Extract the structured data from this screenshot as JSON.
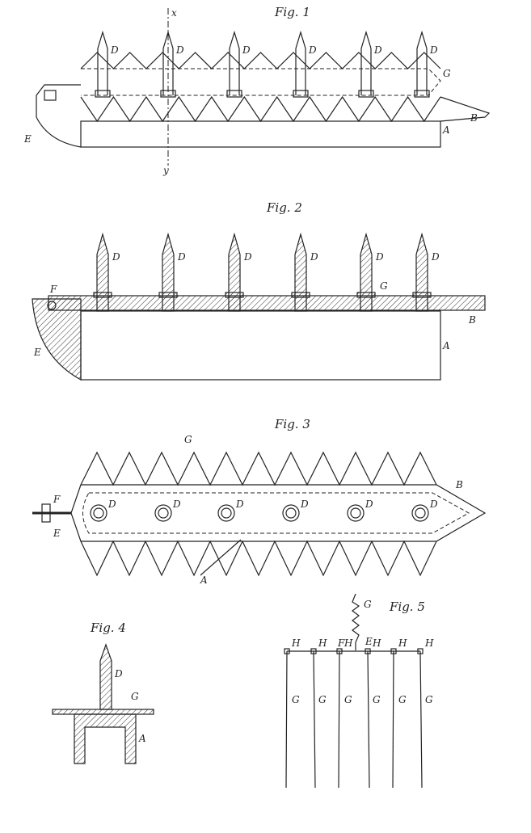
{
  "figures": {
    "fig1": {
      "title": "Fig. 1",
      "labels": {
        "D": "D",
        "G": "G",
        "B": "B",
        "A": "A",
        "E": "E",
        "x": "x",
        "y": "y"
      }
    },
    "fig2": {
      "title": "Fig. 2",
      "labels": {
        "D": "D",
        "G": "G",
        "B": "B",
        "A": "A",
        "E": "E",
        "F": "F"
      }
    },
    "fig3": {
      "title": "Fig. 3",
      "labels": {
        "D": "D",
        "G": "G",
        "B": "B",
        "A": "A",
        "E": "E",
        "F": "F"
      }
    },
    "fig4": {
      "title": "Fig. 4",
      "labels": {
        "D": "D",
        "G": "G",
        "A": "A"
      }
    },
    "fig5": {
      "title": "Fig. 5",
      "labels": {
        "G": "G",
        "H": "H",
        "F": "F",
        "E": "E"
      }
    }
  }
}
